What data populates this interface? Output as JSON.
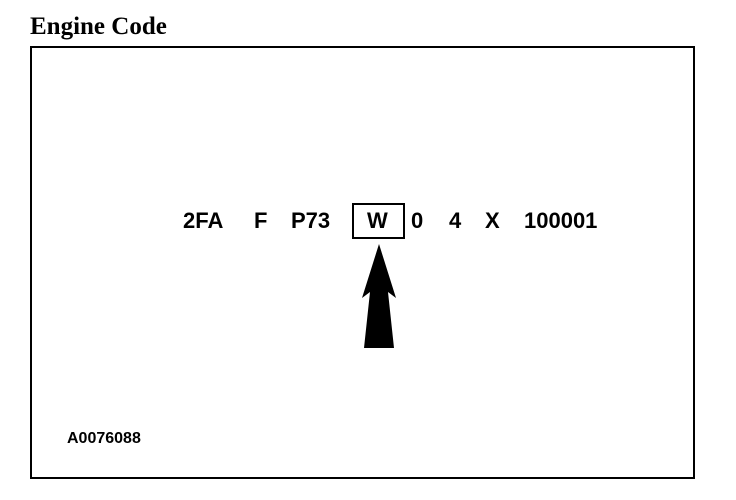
{
  "heading": "Engine Code",
  "vin_segments": [
    "2FA",
    "F",
    "P73",
    "W",
    "0",
    "4",
    "X",
    "100001"
  ],
  "highlighted_segment_index": 3,
  "figure_id": "A0076088"
}
